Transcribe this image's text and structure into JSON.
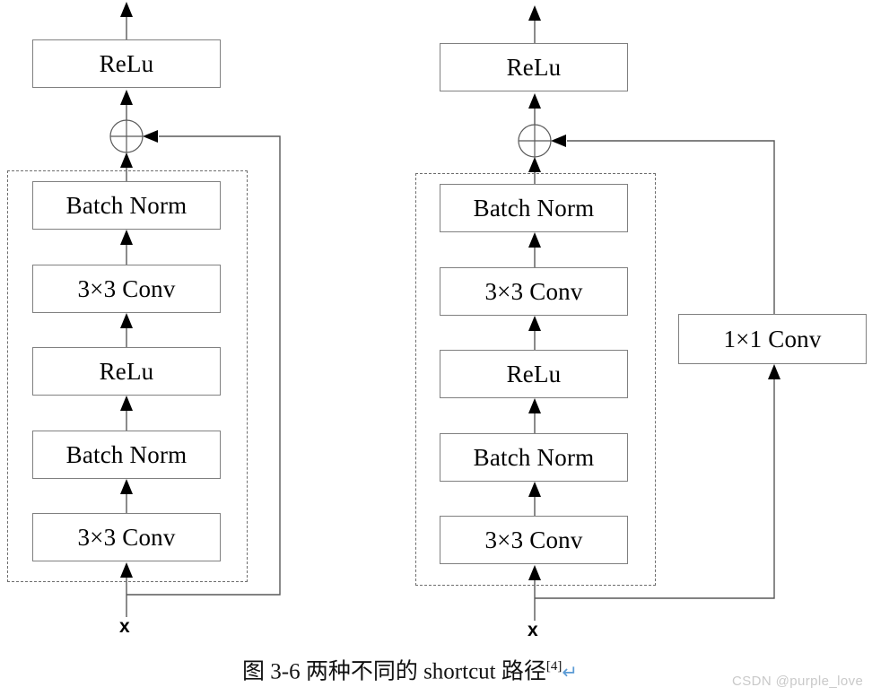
{
  "figure": {
    "title_caption": "图 3-6  两种不同的 shortcut 路径",
    "caption_ref": "[4]",
    "caption_return_mark": "↵",
    "watermark": "CSDN @purple_love",
    "colors": {
      "box_border": "#808080",
      "dashed_border": "#6e6e6e",
      "line": "#595959",
      "arrow_fill": "#000000",
      "text": "#000000",
      "return_mark": "#5b9bd5",
      "watermark": "#c9c9c9",
      "background": "#ffffff"
    }
  },
  "left_block": {
    "name": "identity-shortcut-block",
    "input_label": "x",
    "output_activation": "ReLu",
    "add_operator": "+",
    "layers": [
      "Batch Norm",
      "3×3 Conv",
      "ReLu",
      "Batch Norm",
      "3×3 Conv"
    ],
    "shortcut_type": "identity",
    "shortcut_layers": []
  },
  "right_block": {
    "name": "projection-shortcut-block",
    "input_label": "x",
    "output_activation": "ReLu",
    "add_operator": "+",
    "layers": [
      "Batch Norm",
      "3×3 Conv",
      "ReLu",
      "Batch Norm",
      "3×3 Conv"
    ],
    "shortcut_type": "projection",
    "shortcut_layers": [
      "1×1 Conv"
    ]
  }
}
